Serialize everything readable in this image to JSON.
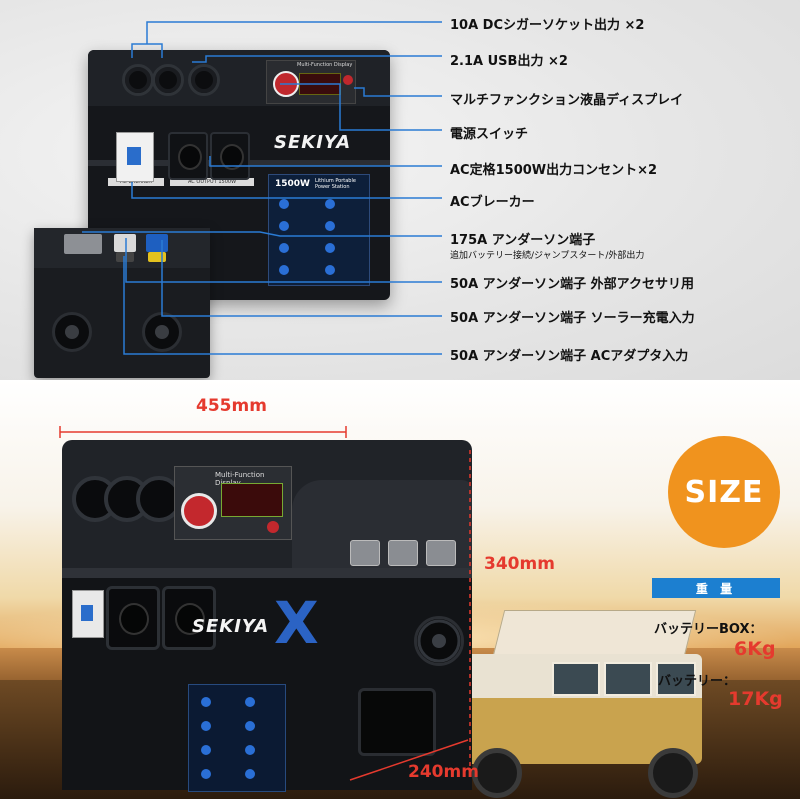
{
  "top": {
    "brand": "SEKIYA",
    "display_title": "Multi-Function Display",
    "panel_title": "1500W",
    "panel_subtitle": "Lithium Portable Power Station",
    "strip_left": "AC BREAKER",
    "strip_right": "AC OUTPUT 1500W",
    "callouts": [
      {
        "label": "10A DCシガーソケット出力 ×2"
      },
      {
        "label": "2.1A USB出力 ×2"
      },
      {
        "label": "マルチファンクション液晶ディスプレイ"
      },
      {
        "label": "電源スイッチ"
      },
      {
        "label": "AC定格1500W出力コンセント×2"
      },
      {
        "label": "ACブレーカー"
      },
      {
        "label": "175A アンダーソン端子",
        "sub": "追加バッテリー接続/ジャンプスタート/外部出力"
      },
      {
        "label": "50A アンダーソン端子 外部アクセサリ用"
      },
      {
        "label": "50A アンダーソン端子 ソーラー充電入力"
      },
      {
        "label": "50A アンダーソン端子 ACアダプタ入力"
      }
    ]
  },
  "bottom": {
    "brand": "SEKIYA",
    "brand_mark": "X",
    "display_title": "Multi-Function Display",
    "dimensions": {
      "width": "455mm",
      "height": "340mm",
      "depth": "240mm"
    },
    "badge": "SIZE",
    "weight_title": "重 量",
    "weights": [
      {
        "label": "バッテリーBOX：",
        "value": "6Kg"
      },
      {
        "label": "バッテリー：",
        "value": "17Kg"
      }
    ]
  },
  "colors": {
    "accent_red": "#e53a2e",
    "badge_orange": "#f0931e",
    "weight_blue": "#1c7fd0"
  }
}
